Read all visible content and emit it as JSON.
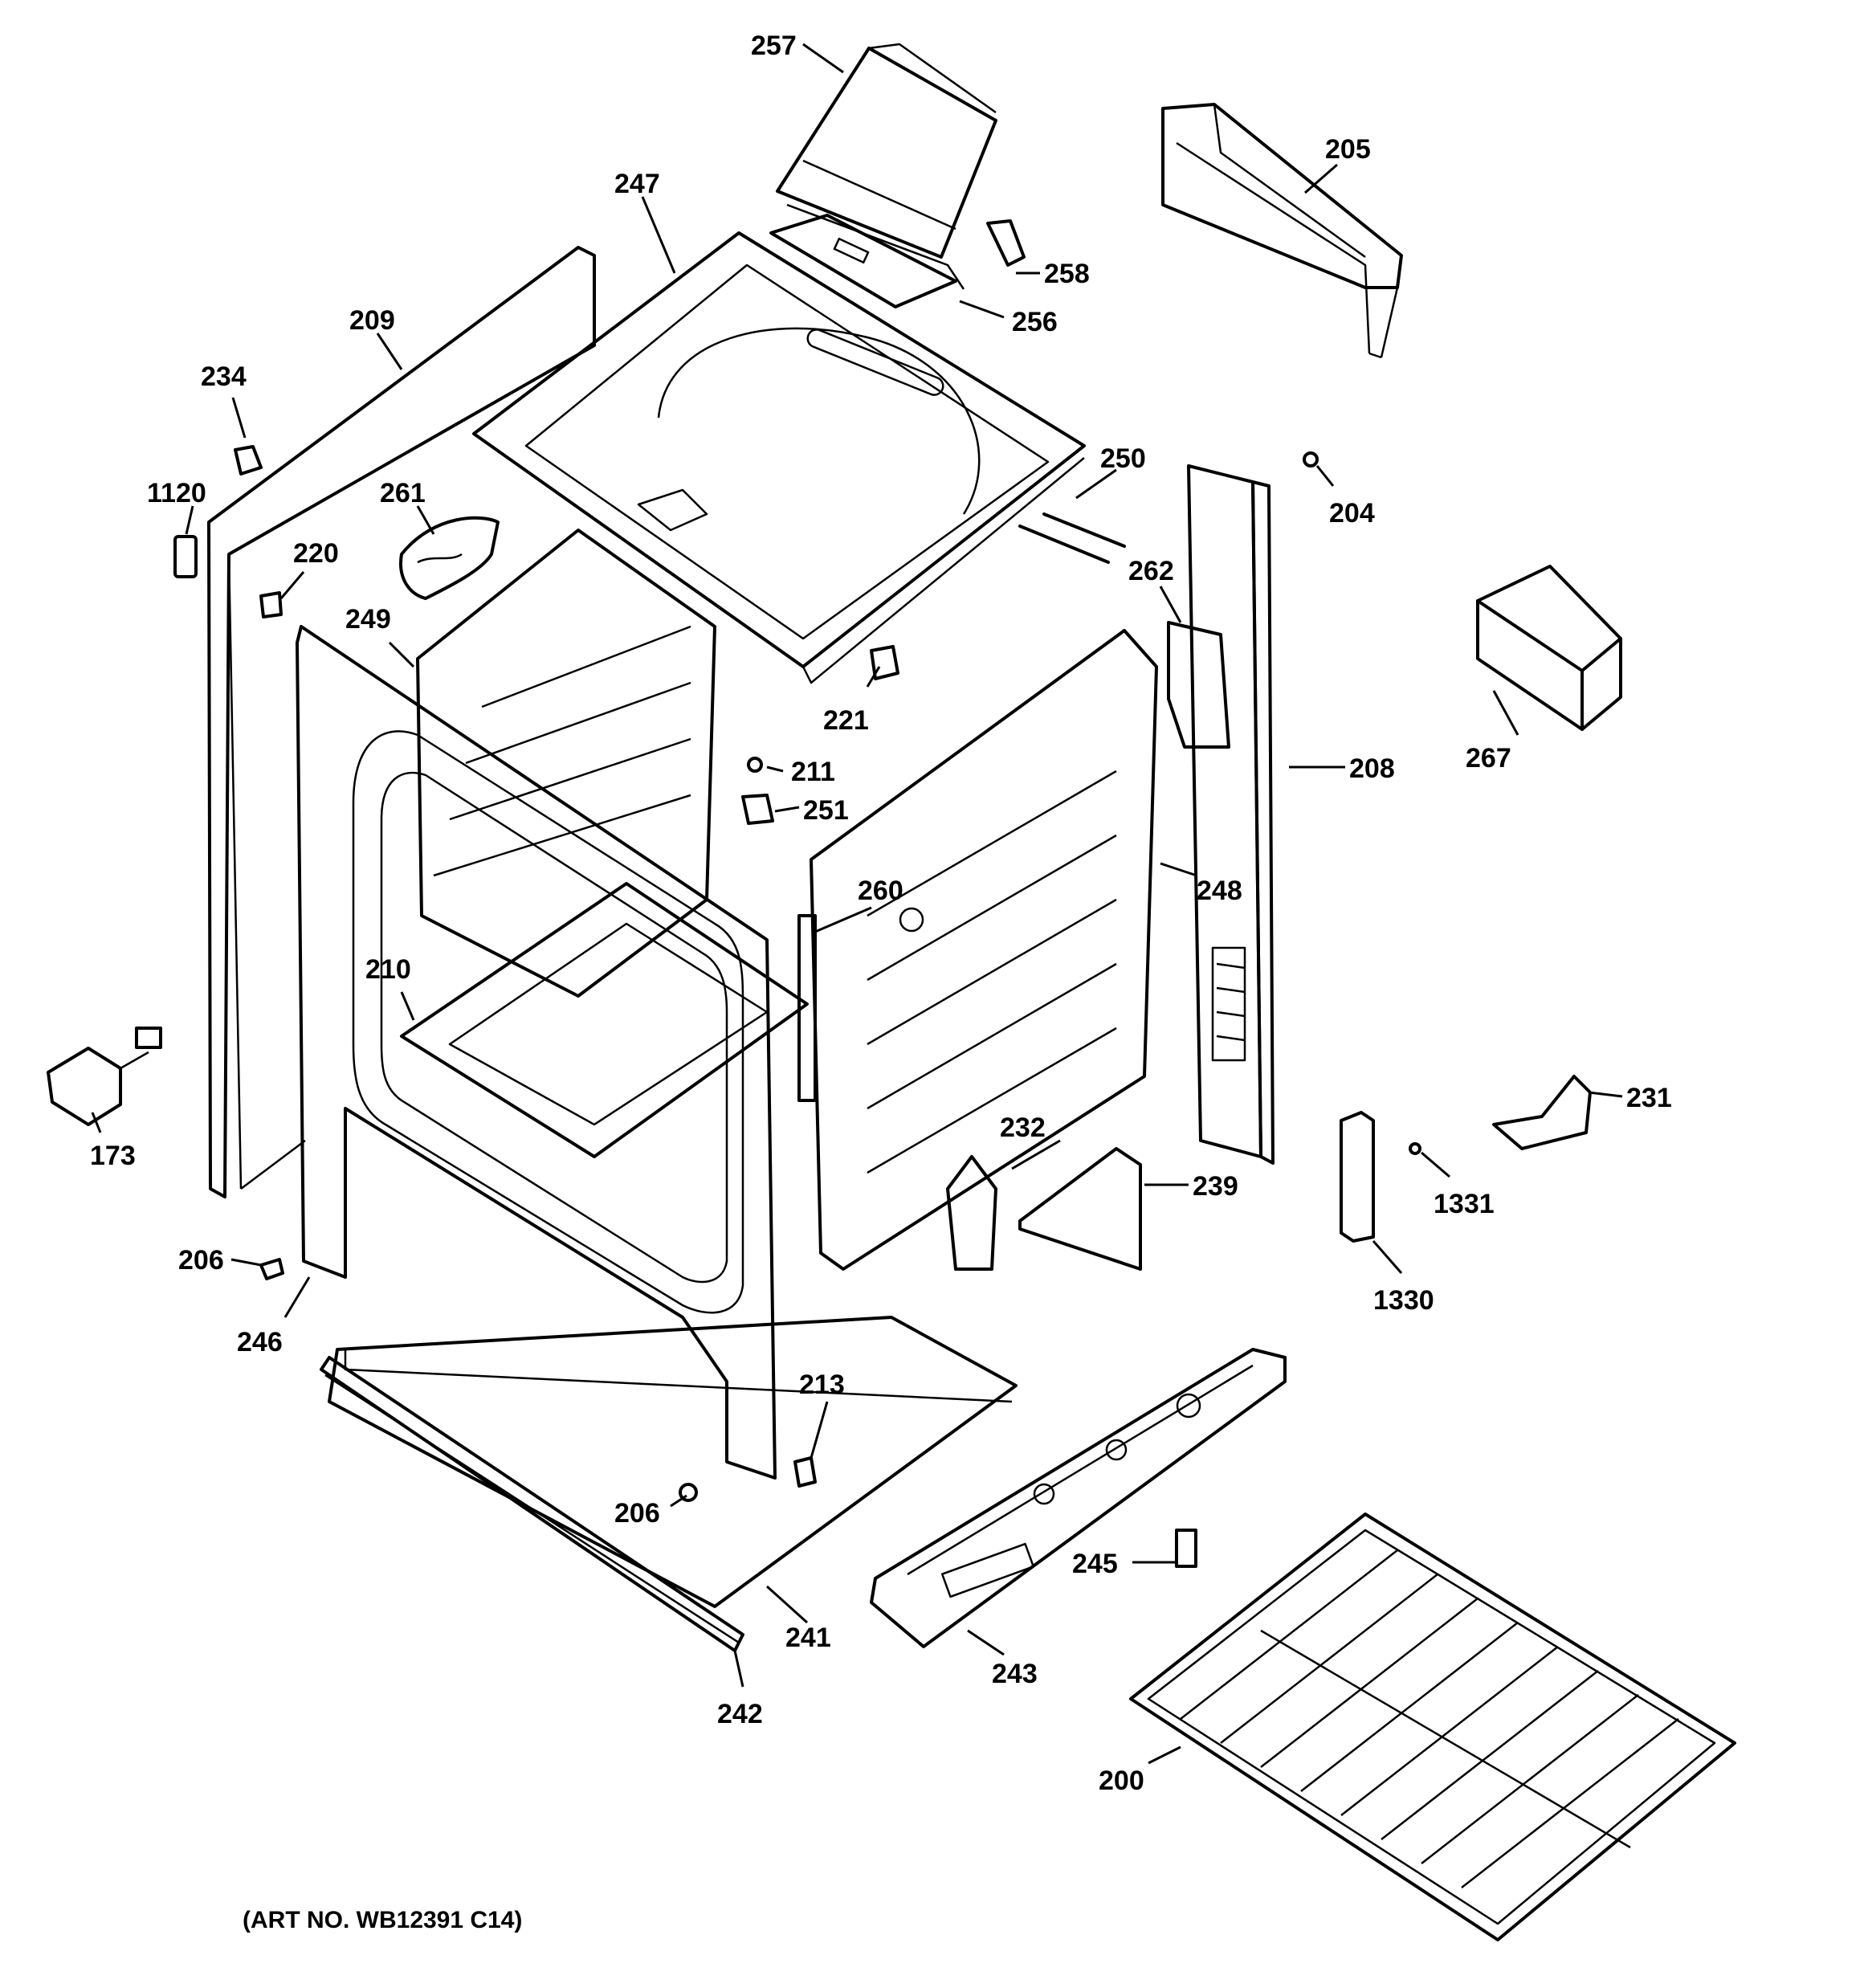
{
  "art_number": "(ART NO. WB12391 C14)",
  "callouts": {
    "c257": "257",
    "c205": "205",
    "c247": "247",
    "c258": "258",
    "c256": "256",
    "c209": "209",
    "c234": "234",
    "c1120": "1120",
    "c261": "261",
    "c220": "220",
    "c250": "250",
    "c204": "204",
    "c262": "262",
    "c249": "249",
    "c221": "221",
    "c267": "267",
    "c211": "211",
    "c208": "208",
    "c251": "251",
    "c248": "248",
    "c260": "260",
    "c210": "210",
    "c173": "173",
    "c232": "232",
    "c231": "231",
    "c239": "239",
    "c1331": "1331",
    "c206a": "206",
    "c246": "246",
    "c1330": "1330",
    "c213": "213",
    "c206b": "206",
    "c245": "245",
    "c241": "241",
    "c243": "243",
    "c242": "242",
    "c200": "200"
  }
}
